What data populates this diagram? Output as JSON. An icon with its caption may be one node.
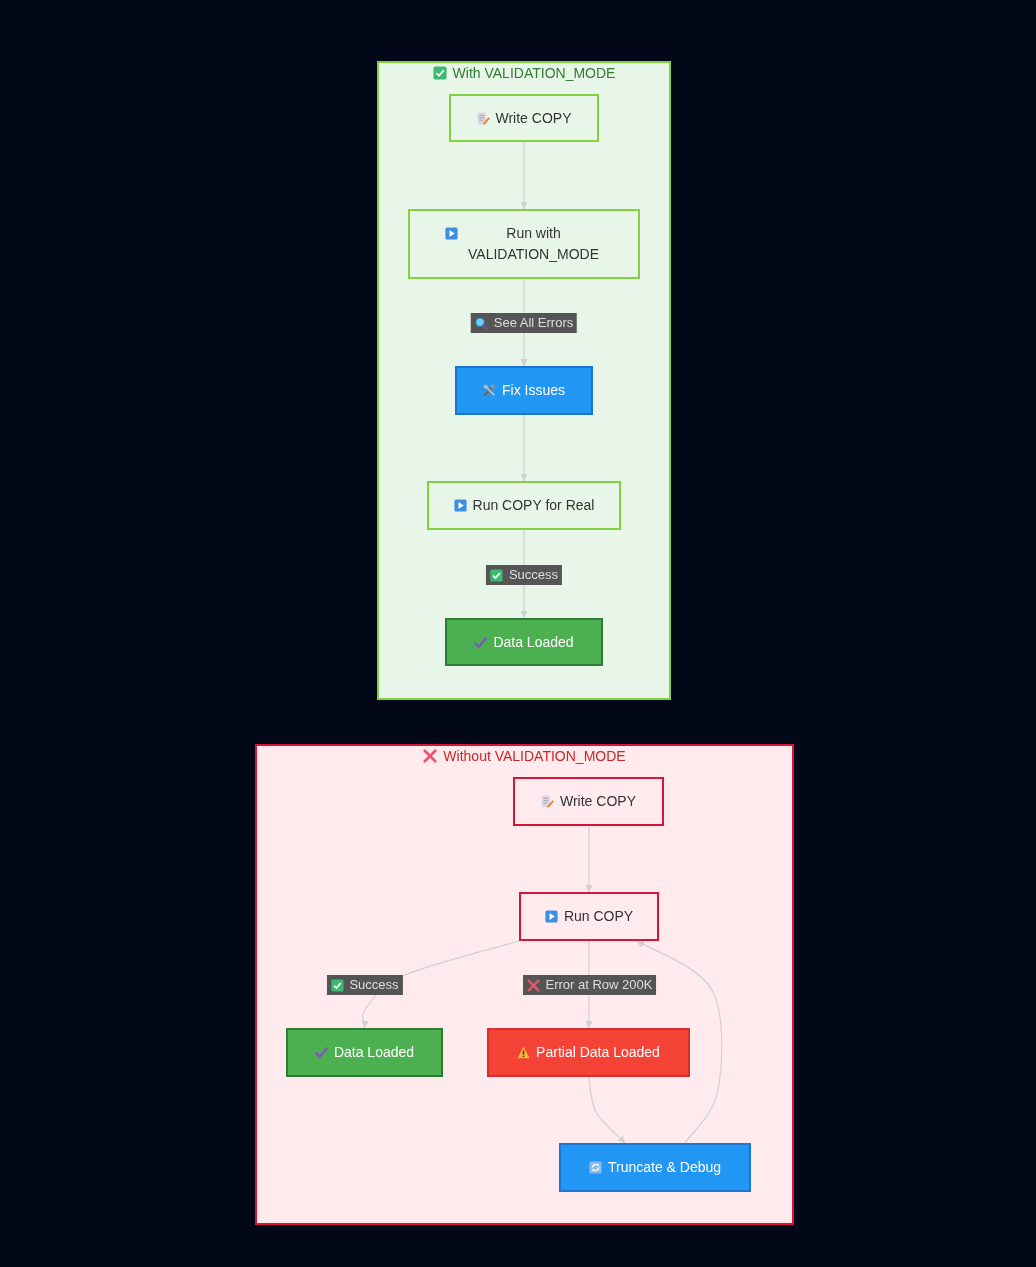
{
  "diagram": {
    "nodes": [
      {
        "text": [
          "With VALIDATION_MODE"
        ]
      },
      {
        "text": [
          "Write COPY"
        ],
        "in": 0
      },
      {
        "text": [
          "Run with VALIDATION_MODE"
        ],
        "in": 0
      },
      {
        "text": [
          "Fix Issues"
        ],
        "in": 0
      },
      {
        "text": [
          "Run COPY for Real"
        ],
        "in": 0
      },
      {
        "text": [
          "Data Loaded"
        ],
        "in": 0
      },
      {
        "text": [
          "Without VALIDATION_MODE"
        ]
      },
      {
        "text": [
          "Write COPY"
        ],
        "in": 6
      },
      {
        "text": [
          "Run COPY"
        ],
        "in": 6
      },
      {
        "text": [
          "Data Loaded"
        ],
        "in": 6
      },
      {
        "text": [
          "Partial Data Loaded"
        ],
        "in": 6
      },
      {
        "text": [
          "Truncate & Debug"
        ],
        "in": 6
      }
    ],
    "edges": [
      {
        "from": 1,
        "to": 2,
        "arrow": "to"
      },
      {
        "from": 2,
        "to": 3,
        "label": "See All Errors",
        "arrow": "to"
      },
      {
        "from": 3,
        "to": 4,
        "arrow": "to"
      },
      {
        "from": 4,
        "to": 5,
        "label": "Success",
        "arrow": "to"
      },
      {
        "from": 7,
        "to": 8,
        "arrow": "to"
      },
      {
        "from": 8,
        "to": 9,
        "label": "Success",
        "arrow": "to"
      },
      {
        "from": 8,
        "to": 10,
        "label": "Error at Row 200K",
        "arrow": "to"
      },
      {
        "from": 10,
        "to": 11,
        "arrow": "to"
      },
      {
        "from": 11,
        "to": 8,
        "arrow": "to"
      }
    ]
  }
}
